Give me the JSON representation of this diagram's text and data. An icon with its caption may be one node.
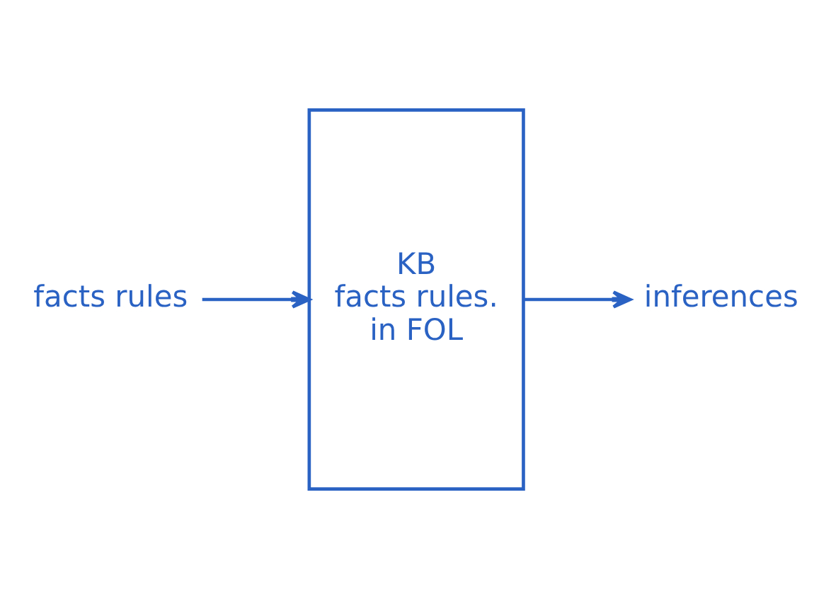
{
  "diagram": {
    "nodes": [
      {
        "text": [
          "KB",
          "facts rules.",
          "in FOL"
        ]
      },
      {
        "text": [
          "facts rules"
        ]
      },
      {
        "text": [
          "inferences"
        ]
      }
    ],
    "edges": [
      {
        "from": 1,
        "to": 0,
        "arrow": "to"
      },
      {
        "from": 0,
        "to": 2,
        "arrow": "to"
      }
    ]
  }
}
